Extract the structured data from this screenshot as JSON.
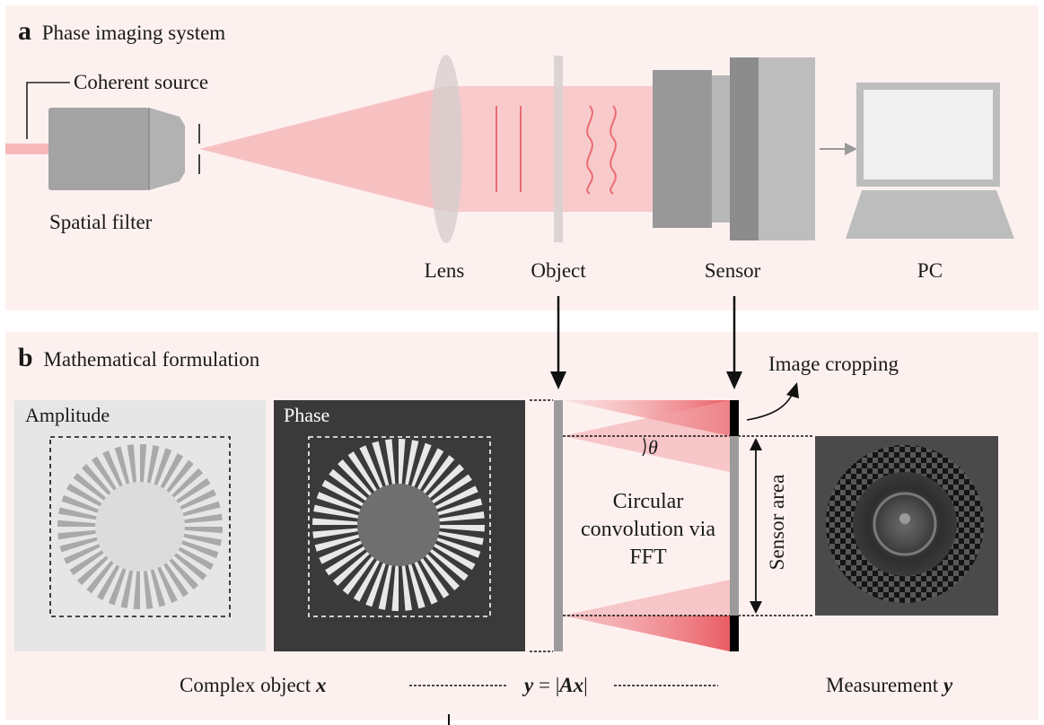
{
  "panel_a": {
    "letter": "a",
    "title": "Phase imaging system",
    "labels": {
      "coherent_source": "Coherent source",
      "spatial_filter": "Spatial filter",
      "lens": "Lens",
      "object": "Object",
      "sensor": "Sensor",
      "pc": "PC"
    }
  },
  "panel_b": {
    "letter": "b",
    "title": "Mathematical formulation",
    "amplitude_label": "Amplitude",
    "phase_label": "Phase",
    "image_cropping": "Image cropping",
    "theta": "θ",
    "convolution_text": "Circular convolution via FFT",
    "sensor_area": "Sensor area",
    "complex_object_text": "Complex object",
    "complex_object_var": "x",
    "equation": {
      "y": "y",
      "eq": " = |",
      "A": "A",
      "x": "x",
      "close": "|"
    },
    "measurement_text": "Measurement",
    "measurement_var": "y"
  },
  "colors": {
    "panel_bg": "#fdf1f0",
    "beam": "#f6b8ba",
    "beam_strong": "#ea6c72",
    "device_gray": "#a8a8a8",
    "device_dark": "#8c8c8c",
    "phase_bg": "#3a3a3a",
    "amp_bg": "#e6e6e6"
  }
}
